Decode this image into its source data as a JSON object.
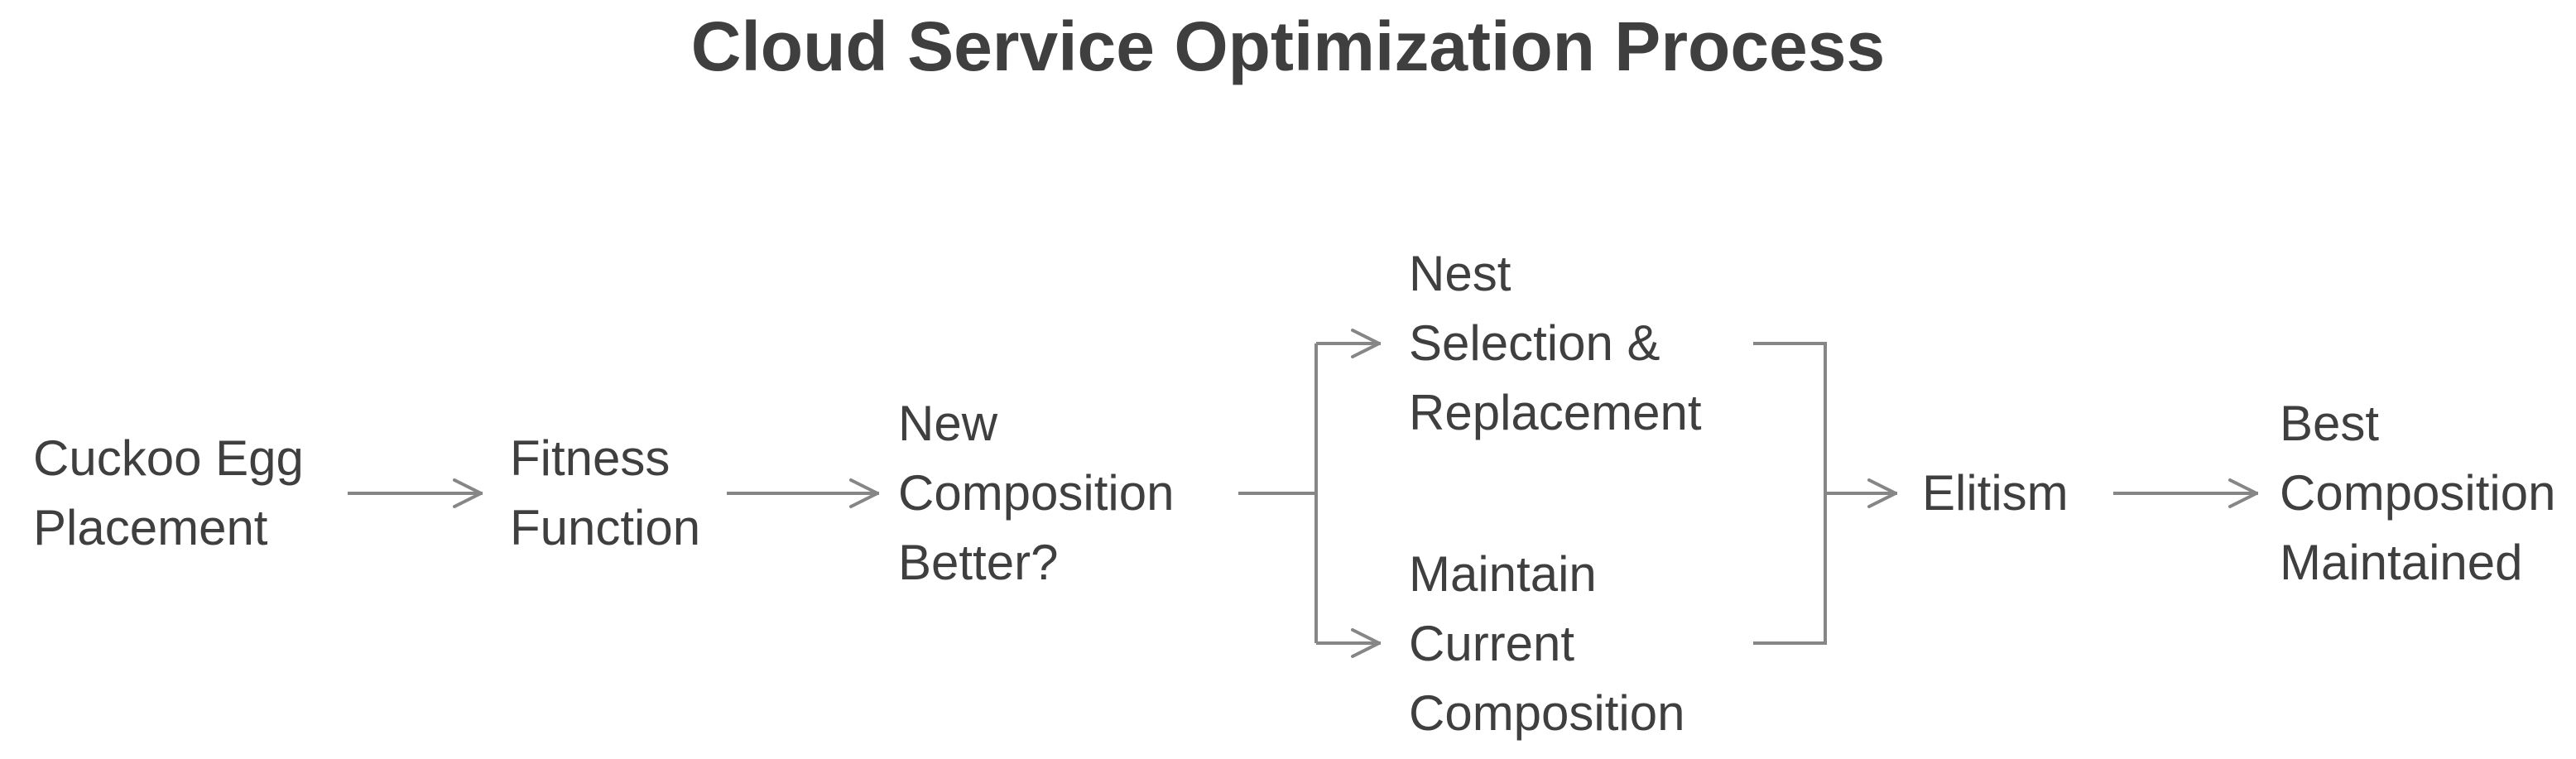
{
  "title": "Cloud Service Optimization Process",
  "colors": {
    "text": "#3f3f3f",
    "line": "#868686",
    "background": "#ffffff"
  },
  "diagram": {
    "type": "flowchart",
    "direction": "left-to-right",
    "nodes": [
      {
        "id": "cuckoo-egg-placement",
        "label": "Cuckoo Egg\nPlacement"
      },
      {
        "id": "fitness-function",
        "label": "Fitness\nFunction"
      },
      {
        "id": "new-composition-better",
        "label": "New\nComposition\nBetter?"
      },
      {
        "id": "nest-selection-replacement",
        "label": "Nest\nSelection &\nReplacement"
      },
      {
        "id": "maintain-current-composition",
        "label": "Maintain\nCurrent\nComposition"
      },
      {
        "id": "elitism",
        "label": "Elitism"
      },
      {
        "id": "best-composition-maintained",
        "label": "Best\nComposition\nMaintained"
      }
    ],
    "edges": [
      {
        "from": "cuckoo-egg-placement",
        "to": "fitness-function"
      },
      {
        "from": "fitness-function",
        "to": "new-composition-better"
      },
      {
        "from": "new-composition-better",
        "to": "nest-selection-replacement"
      },
      {
        "from": "new-composition-better",
        "to": "maintain-current-composition"
      },
      {
        "from": "nest-selection-replacement",
        "to": "elitism"
      },
      {
        "from": "maintain-current-composition",
        "to": "elitism"
      },
      {
        "from": "elitism",
        "to": "best-composition-maintained"
      }
    ]
  }
}
